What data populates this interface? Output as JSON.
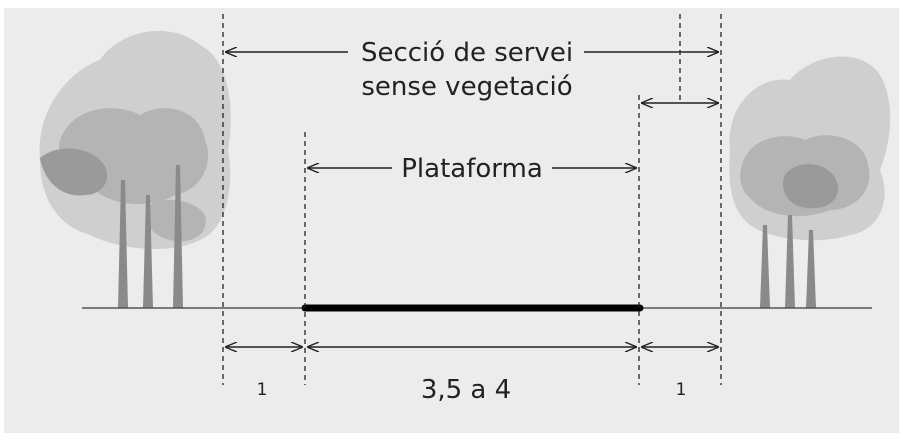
{
  "diagram": {
    "labels": {
      "service_section_line1": "Secció de servei",
      "service_section_line2": "sense vegetació",
      "platform": "Plataforma",
      "left_margin_width": "1",
      "platform_width": "3,5 a 4",
      "right_margin_width": "1"
    },
    "colors": {
      "panel_background": "#ececec",
      "tree_light": "#cfcfcf",
      "tree_mid": "#b4b4b4",
      "tree_dark": "#9a9a9a",
      "trunk": "#8a8a8a",
      "ground_line": "#555555",
      "platform_bar": "#000000",
      "dimension_lines": "#222222"
    }
  }
}
